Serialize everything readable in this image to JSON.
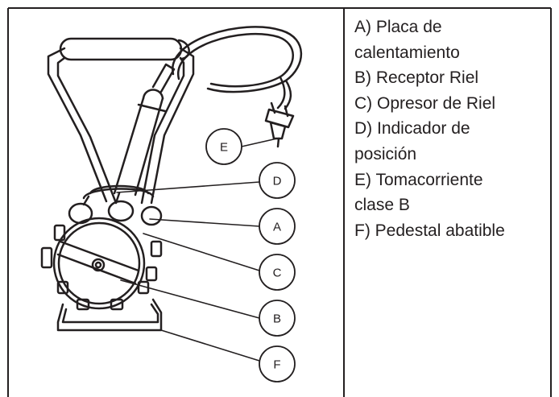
{
  "diagram": {
    "callouts": [
      {
        "letter": "E"
      },
      {
        "letter": "D"
      },
      {
        "letter": "A"
      },
      {
        "letter": "C"
      },
      {
        "letter": "B"
      },
      {
        "letter": "F"
      }
    ]
  },
  "legend": {
    "lines": [
      "A) Placa de",
      "calentamiento",
      "B) Receptor Riel",
      "C) Opresor de Riel",
      "D) Indicador de",
      "posición",
      "E) Tomacorriente",
      "clase B",
      "F) Pedestal abatible"
    ]
  },
  "colors": {
    "line": "#231f20",
    "background": "#ffffff"
  }
}
